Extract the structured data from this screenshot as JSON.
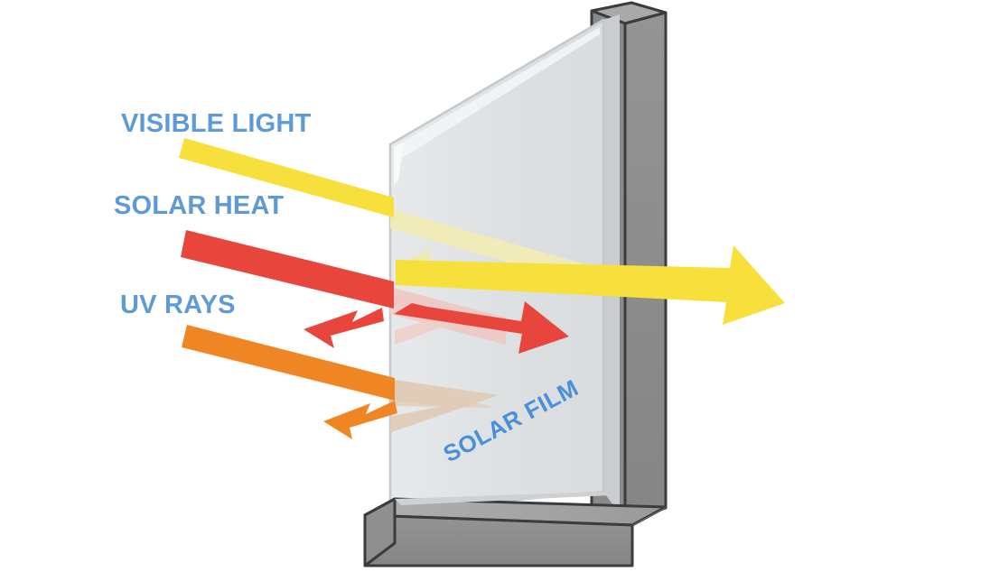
{
  "diagram": {
    "title": "Solar Film Window Diagram",
    "background_color": "#FFFFFF",
    "labels": {
      "visible_light": "VISIBLE LIGHT",
      "solar_heat": "SOLAR HEAT",
      "uv_rays": "UV RAYS",
      "solar_film": "SOLAR FILM"
    },
    "label_color": "#5E9BD6",
    "film_label_color": "#4A90D9",
    "beams": [
      {
        "name": "visible-light-beam",
        "label": "VISIBLE LIGHT",
        "color": "#F7E03C",
        "faded_color": "#F3EBAE",
        "behavior": "transmitted",
        "description": "Yellow beam passes through the glass and exits with an arrowhead on the right",
        "reflected": true
      },
      {
        "name": "solar-heat-beam",
        "label": "SOLAR HEAT",
        "color": "#E8453C",
        "faded_color": "#EFC5C0",
        "behavior": "partially-reflected",
        "description": "Red beam partly reflects back left and partly continues through to the right",
        "reflected": true
      },
      {
        "name": "uv-rays-beam",
        "label": "UV RAYS",
        "color": "#F08623",
        "faded_color": "#E3CDB8",
        "behavior": "reflected",
        "description": "Orange beam is reflected back, only a faint ghost continues",
        "reflected": true
      }
    ],
    "window": {
      "name": "window-pane",
      "glass_color": "#DEE1E3",
      "glass_edge_color": "#C3C9CC",
      "glass_highlight_color": "#F2F5F6",
      "frame_front_color": "#8C8C8C",
      "frame_top_color": "#A8A8A8",
      "frame_side_color": "#6E6E6E",
      "frame_outline_color": "#3C3C3C",
      "inner_band_color": "#CFD3D5"
    }
  }
}
